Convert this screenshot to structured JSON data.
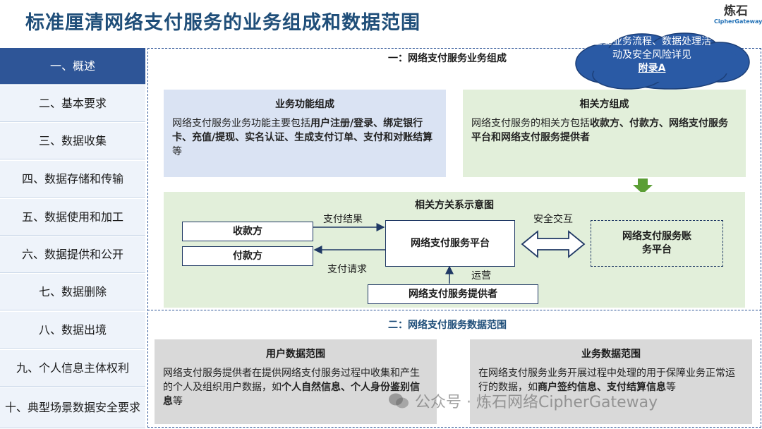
{
  "header": {
    "title": "标准厘清网络支付服务的业务组成和数据范围",
    "logo_cn": "炼石",
    "logo_en": "CipherGateway"
  },
  "sidebar": {
    "items": [
      {
        "label": "一、概述",
        "active": true
      },
      {
        "label": "二、基本要求"
      },
      {
        "label": "三、数据收集"
      },
      {
        "label": "四、数据存储和传输"
      },
      {
        "label": "五、数据使用和加工"
      },
      {
        "label": "六、数据提供和公开"
      },
      {
        "label": "七、数据删除"
      },
      {
        "label": "八、数据出境"
      },
      {
        "label": "九、个人信息主体权利"
      },
      {
        "label": "十、典型场景数据安全要求"
      }
    ]
  },
  "callout": {
    "text": "主要业务流程、数据处理活动及安全风险详见",
    "link": "附录A"
  },
  "section1": {
    "title": "一：网络支付服务业务组成",
    "functions": {
      "title": "业务功能组成",
      "parts": [
        {
          "text": "网络支付服务业务功能主要包括",
          "bold": false
        },
        {
          "text": "用户注册/登录、绑定银行卡、充值/提现、实名认证、生成支付订单、支付和对账结算",
          "bold": true
        },
        {
          "text": "等",
          "bold": false
        }
      ]
    },
    "parties": {
      "title": "相关方组成",
      "parts": [
        {
          "text": "网络支付服务的相关方包括",
          "bold": false
        },
        {
          "text": "收款方、付款方、网络支付服务平台和网络支付服务提供者",
          "bold": true
        }
      ]
    },
    "diagram": {
      "title": "相关方关系示意图",
      "payee": "收款方",
      "payer": "付款方",
      "platform": "网络支付服务平台",
      "provider": "网络支付服务提供者",
      "settlement": "网络支付服务账务平台",
      "edge_result": "支付结果",
      "edge_request": "支付请求",
      "edge_secure": "安全交互",
      "edge_operate": "运营"
    }
  },
  "section2": {
    "title": "二：网络支付服务数据范围",
    "user_data": {
      "title": "用户数据范围",
      "parts": [
        {
          "text": "网络支付服务提供者在提供网络支付服务过程中收集和产生的个人及组织用户数据，如",
          "bold": false
        },
        {
          "text": "个人自然信息、个人身份鉴别信息",
          "bold": true
        },
        {
          "text": "等",
          "bold": false
        }
      ]
    },
    "business_data": {
      "title": "业务数据范围",
      "parts": [
        {
          "text": "在网络支付服务业务开展过程中处理的用于保障业务正常运行的数据，如",
          "bold": false
        },
        {
          "text": "商户签约信息、支付结算信息",
          "bold": true
        },
        {
          "text": "等",
          "bold": false
        }
      ]
    }
  },
  "watermark": {
    "text": "公众号 · 炼石网络CipherGateway"
  },
  "colors": {
    "primary": "#2e5597",
    "title": "#1f4e79",
    "blue_panel": "#dae3f3",
    "green_panel": "#e2efda",
    "gray_panel": "#d9d9d9",
    "cloud": "#2a5aa5",
    "arrow": "#5b9e35"
  }
}
